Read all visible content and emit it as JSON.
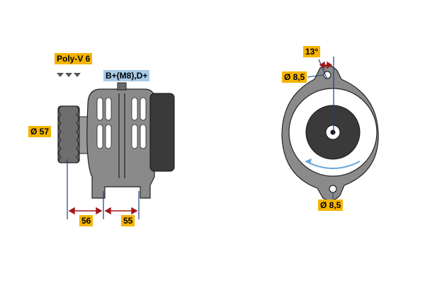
{
  "labels": {
    "poly_v": "Poly-V 6",
    "terminals": "B+(M8),D+",
    "pulley_diameter": "Ø 57",
    "dim_left": "56",
    "dim_right": "55",
    "angle": "13°",
    "hole_top": "Ø 8,5",
    "hole_bottom": "Ø 8,5"
  },
  "colors": {
    "label_yellow": "#f5b400",
    "label_blue": "#a9cbe6",
    "dimension_line": "#1e3f80",
    "arrow": "#a01818",
    "body_gray": "#8a8a8a",
    "dark_gray": "#3a3a3a"
  }
}
